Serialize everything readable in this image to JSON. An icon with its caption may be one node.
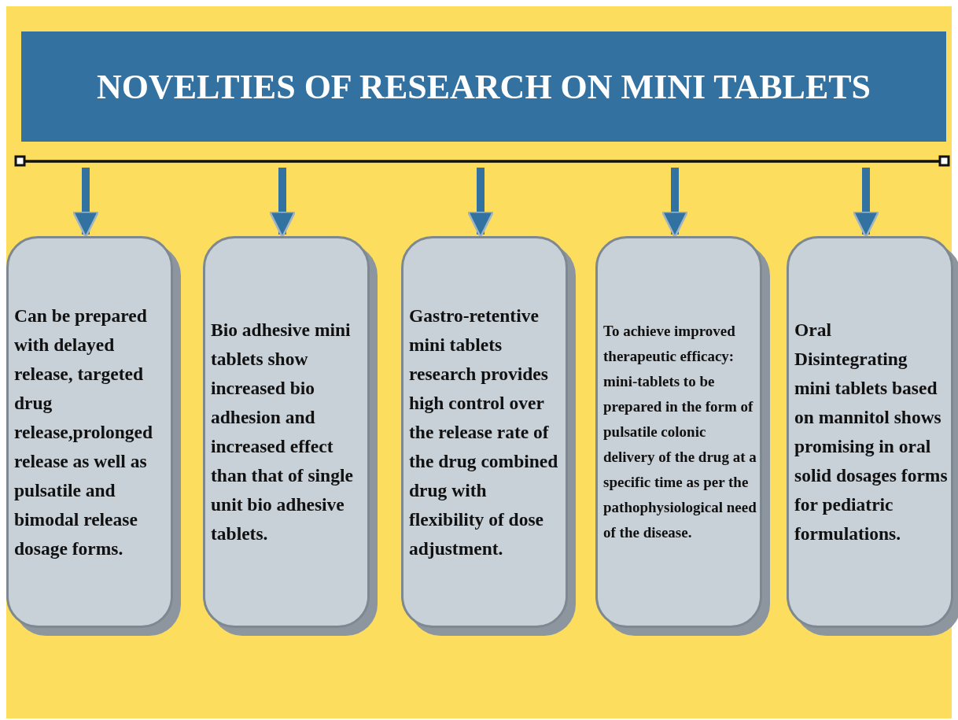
{
  "diagram": {
    "nodes": [
      {
        "text": [
          "NOVELTIES OF RESEARCH ON MINI TABLETS"
        ]
      },
      {
        "text": [],
        "shape": "bar"
      },
      {
        "text": [
          "Can be prepared with delayed release, targeted drug release,prolonged release as well as pulsatile and bimodal release dosage forms."
        ]
      },
      {
        "text": [
          "Bio adhesive mini tablets show increased bio adhesion and increased effect than that of single unit bio adhesive tablets."
        ]
      },
      {
        "text": [
          "Gastro-retentive mini tablets research provides high control over the release rate of the drug combined drug with flexibility of dose adjustment."
        ]
      },
      {
        "text": [
          "To achieve improved therapeutic efficacy: mini-tablets to be prepared in the form of pulsatile colonic delivery of the drug at a specific time as per the pathophysiological need of the disease."
        ]
      },
      {
        "text": [
          "Oral Disintegrating mini tablets based on mannitol shows promising in oral solid dosages forms for pediatric formulations."
        ]
      }
    ],
    "edges": [
      {
        "from": 1,
        "to": 2,
        "arrow": "to"
      },
      {
        "from": 1,
        "to": 3,
        "arrow": "to"
      },
      {
        "from": 1,
        "to": 4,
        "arrow": "to"
      },
      {
        "from": 1,
        "to": 5,
        "arrow": "to"
      },
      {
        "from": 1,
        "to": 6,
        "arrow": "to"
      }
    ]
  }
}
